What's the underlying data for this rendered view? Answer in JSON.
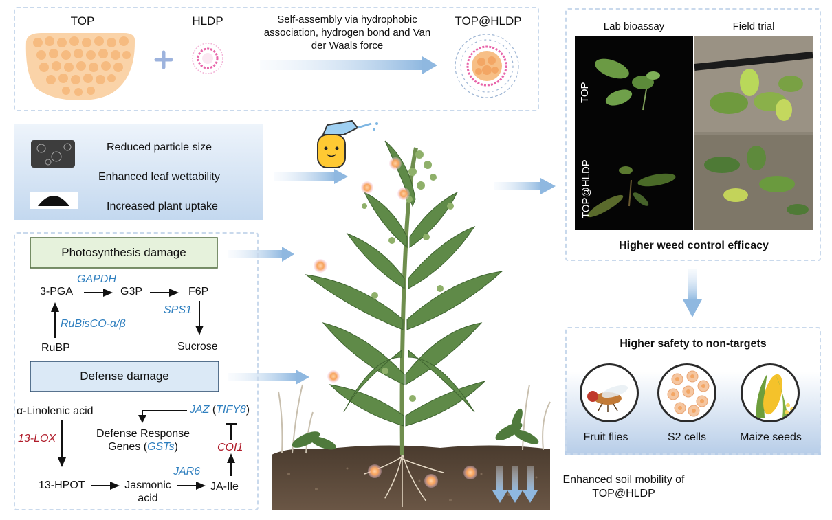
{
  "top_section": {
    "top_label": "TOP",
    "plus": "+",
    "hldp_label": "HLDP",
    "assembly_text_line1": "Self-assembly via hydrophobic",
    "assembly_text_line2": "association, hydrogen bond and Van",
    "assembly_text_line3": "der Waals force",
    "product_label": "TOP@HLDP"
  },
  "properties": {
    "items": [
      "Reduced particle size",
      "Enhanced leaf wettability",
      "Increased plant uptake"
    ]
  },
  "photosynthesis": {
    "header": "Photosynthesis damage",
    "pga": "3-PGA",
    "gapdh": "GAPDH",
    "g3p": "G3P",
    "f6p": "F6P",
    "sps1": "SPS1",
    "rubisco": "RuBisCO-α/β",
    "rubp": "RuBP",
    "sucrose": "Sucrose"
  },
  "defense": {
    "header": "Defense damage",
    "linolenic": "α-Linolenic acid",
    "jaz": "JAZ",
    "tify8": "TIFY8",
    "paren_open": " (",
    "paren_close": ")",
    "drg_line1": "Defense Response",
    "drg_line2_a": "Genes (",
    "gsts": "GSTs",
    "drg_line2_c": ")",
    "lox": "13-LOX",
    "coi1": "COI1",
    "hpot": "13-HPOT",
    "jasmonic_line1": "Jasmonic",
    "jasmonic_line2": "acid",
    "jar6": "JAR6",
    "jaile": "JA-Ile"
  },
  "weed_control": {
    "col1": "Lab bioassay",
    "col2": "Field trial",
    "row1": "TOP",
    "row2": "TOP@HLDP",
    "caption": "Higher weed control efficacy"
  },
  "safety": {
    "title": "Higher safety to non-targets",
    "items": [
      "Fruit flies",
      "S2 cells",
      "Maize seeds"
    ]
  },
  "soil": {
    "line1": "Enhanced soil mobility of",
    "line2": "TOP@HLDP"
  },
  "colors": {
    "accent_blue": "#2f7fbf",
    "accent_red": "#b01c2a",
    "arrow_blue": "#8fb8e0",
    "orange": "#f7bf86"
  }
}
